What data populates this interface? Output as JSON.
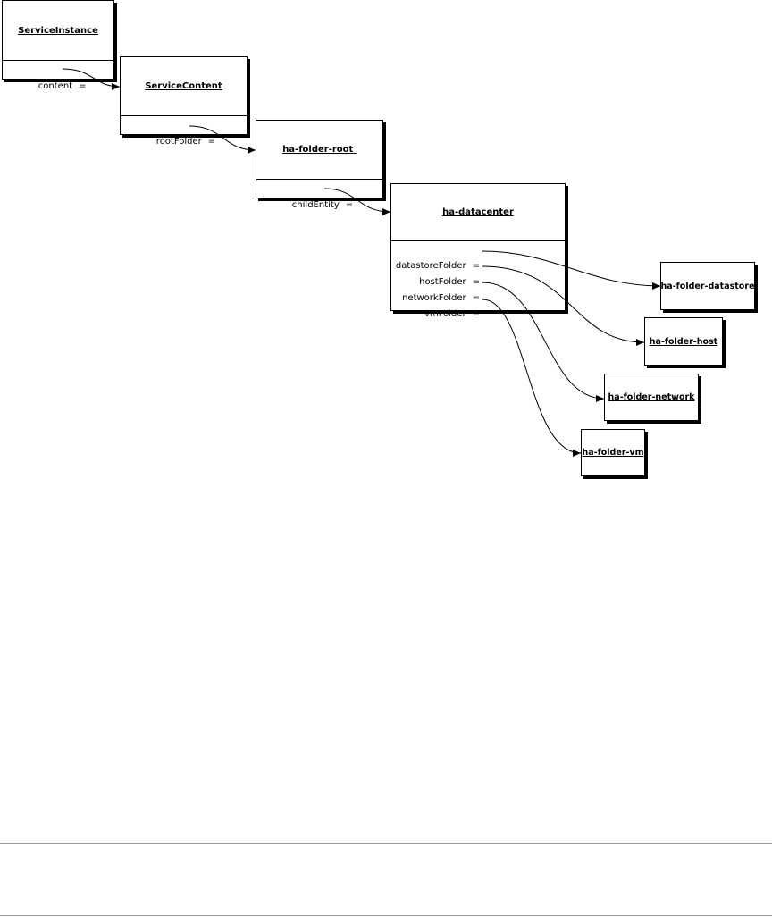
{
  "nodes": {
    "service_instance": {
      "title": "ServiceInstance",
      "fields": [
        {
          "name": "content"
        }
      ]
    },
    "service_content": {
      "title": "ServiceContent",
      "fields": [
        {
          "name": "rootFolder"
        }
      ]
    },
    "folder_root": {
      "title": "ha-folder-root ",
      "fields": [
        {
          "name": "childEntity"
        }
      ]
    },
    "datacenter": {
      "title": "ha-datacenter",
      "fields": [
        {
          "name": "datastoreFolder"
        },
        {
          "name": "hostFolder"
        },
        {
          "name": "networkFolder"
        },
        {
          "name": "vmFolder"
        }
      ]
    },
    "folder_datastore": {
      "title": "ha-folder-datastore"
    },
    "folder_host": {
      "title": "ha-folder-host"
    },
    "folder_network": {
      "title": "ha-folder-network"
    },
    "folder_vm": {
      "title": "ha-folder-vm"
    }
  },
  "field_separator": "=",
  "links": [
    {
      "from": "service_instance.content",
      "to": "service_content"
    },
    {
      "from": "service_content.rootFolder",
      "to": "folder_root"
    },
    {
      "from": "folder_root.childEntity",
      "to": "datacenter"
    },
    {
      "from": "datacenter.datastoreFolder",
      "to": "folder_datastore"
    },
    {
      "from": "datacenter.hostFolder",
      "to": "folder_host"
    },
    {
      "from": "datacenter.networkFolder",
      "to": "folder_network"
    },
    {
      "from": "datacenter.vmFolder",
      "to": "folder_vm"
    }
  ],
  "colors": {
    "line": "#000000",
    "background": "#ffffff",
    "rule": "#9a9a9a"
  }
}
